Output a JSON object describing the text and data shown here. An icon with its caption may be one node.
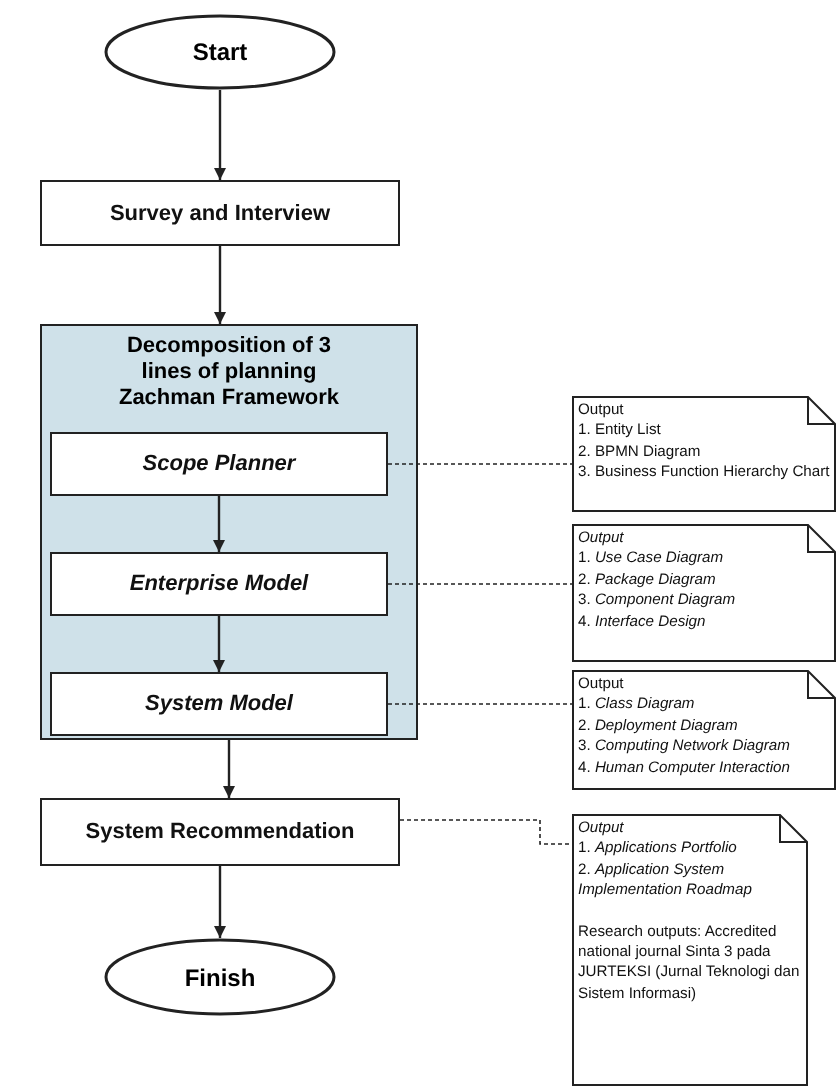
{
  "diagram": {
    "nodes": [
      {
        "text": [
          "Start"
        ]
      },
      {
        "text": [
          "Survey and Interview"
        ]
      },
      {
        "text": [
          "Decomposition of 3 lines of planning Zachman Framework"
        ]
      },
      {
        "text": [
          "Scope Planner"
        ],
        "in": 2
      },
      {
        "text": [
          "Enterprise Model"
        ],
        "in": 2
      },
      {
        "text": [
          "System Model"
        ],
        "in": 2
      },
      {
        "text": [
          "System Recommendation"
        ]
      },
      {
        "text": [
          "Finish"
        ]
      },
      {
        "text": [
          "Output",
          "1. Entity List",
          "2. BPMN Diagram",
          "3. Business Function Hierarchy Chart"
        ]
      },
      {
        "text": [
          "Output",
          "1. *Use Case Diagram*",
          "2. *Package Diagram*",
          "3. *Component Diagram*",
          "4. *Interface Design*"
        ]
      },
      {
        "text": [
          "Output",
          "1. *Class Diagram*",
          "2. *Deployment Diagram*",
          "3. *Computing Network Diagram*",
          "4. *Human Computer Interaction*"
        ]
      },
      {
        "text": [
          "Output",
          "1. *Applications Portfolio*",
          "2. *Application System Implementation Roadmap*",
          "Research outputs: Accredited national journal Sinta 3 pada JURTEKSI (Jurnal Teknologi dan Sistem Informasi)"
        ]
      }
    ],
    "edges": [
      {
        "from": 0,
        "to": 1,
        "arrow": "to"
      },
      {
        "from": 1,
        "to": 2,
        "arrow": "to"
      },
      {
        "from": 3,
        "to": 4,
        "arrow": "to"
      },
      {
        "from": 4,
        "to": 5,
        "arrow": "to"
      },
      {
        "from": 2,
        "to": 6,
        "arrow": "to"
      },
      {
        "from": 6,
        "to": 7,
        "arrow": "to"
      },
      {
        "from": 3,
        "to": 8,
        "arrow": "none",
        "style": "dashed"
      },
      {
        "from": 4,
        "to": 9,
        "arrow": "none",
        "style": "dashed"
      },
      {
        "from": 5,
        "to": 10,
        "arrow": "none",
        "style": "dashed"
      },
      {
        "from": 6,
        "to": 11,
        "arrow": "none",
        "style": "dashed"
      }
    ]
  }
}
